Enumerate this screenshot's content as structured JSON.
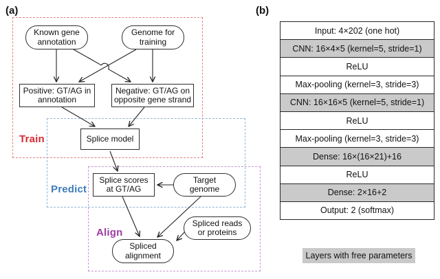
{
  "panel_a": {
    "label": "(a)",
    "stages": [
      {
        "name": "train",
        "label": "Train",
        "text_color": "#d62a32",
        "border_color": "#e2827d"
      },
      {
        "name": "predict",
        "label": "Predict",
        "text_color": "#3d7cba",
        "border_color": "#8fb4d6"
      },
      {
        "name": "align",
        "label": "Align",
        "text_color": "#9b3da4",
        "border_color": "#c795d2"
      }
    ],
    "nodes": {
      "known_gene": {
        "line1": "Known gene",
        "line2": "annotation"
      },
      "genome_training": {
        "line1": "Genome for",
        "line2": "training"
      },
      "positive": {
        "line1": "Positive: GT/AG in",
        "line2": "annotation"
      },
      "negative": {
        "line1": "Negative: GT/AG on",
        "line2": "opposite gene strand"
      },
      "splice_model": {
        "line1": "Splice model"
      },
      "splice_scores": {
        "line1": "Splice scores",
        "line2": "at GT/AG"
      },
      "target_genome": {
        "line1": "Target",
        "line2": "genome"
      },
      "spliced_reads": {
        "line1": "Spliced reads",
        "line2": "or proteins"
      },
      "spliced_alignment": {
        "line1": "Spliced",
        "line2": "alignment"
      }
    }
  },
  "panel_b": {
    "label": "(b)",
    "layers": [
      {
        "label": "Input: 4×202 (one hot)",
        "shaded": false
      },
      {
        "label": "CNN: 16×4×5 (kernel=5, stride=1)",
        "shaded": true
      },
      {
        "label": "ReLU",
        "shaded": false
      },
      {
        "label": "Max-pooling (kernel=3, stride=3)",
        "shaded": false
      },
      {
        "label": "CNN: 16×16×5 (kernel=5, stride=1)",
        "shaded": true
      },
      {
        "label": "ReLU",
        "shaded": false
      },
      {
        "label": "Max-pooling (kernel=3, stride=3)",
        "shaded": false
      },
      {
        "label": "Dense: 16×(16×21)+16",
        "shaded": true
      },
      {
        "label": "ReLU",
        "shaded": false
      },
      {
        "label": "Dense: 2×16+2",
        "shaded": true
      },
      {
        "label": "Output: 2 (softmax)",
        "shaded": false
      }
    ],
    "legend": "Layers with free parameters"
  },
  "colors": {
    "shaded_row": "#cacaca",
    "legend_bg": "#c9c9c9",
    "node_border": "#2d2d2d",
    "arrow": "#222222"
  }
}
